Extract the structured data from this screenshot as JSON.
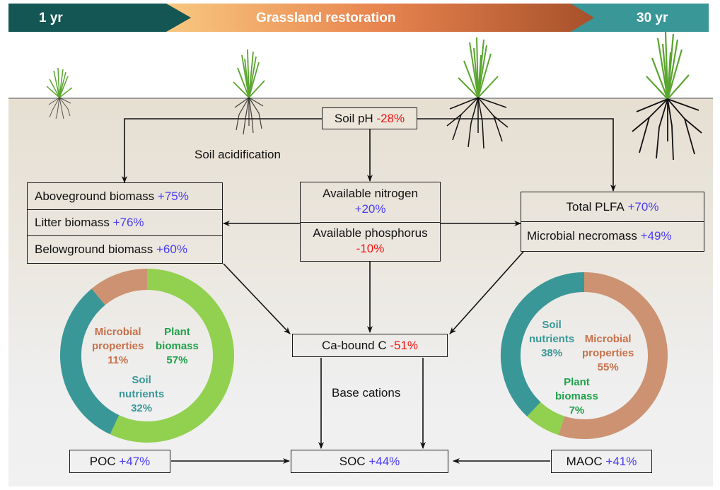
{
  "banner": {
    "start_label": "1 yr",
    "title": "Grassland restoration",
    "end_label": "30 yr",
    "colors": {
      "start": "#145654",
      "gradient_from": "#f7c67e",
      "gradient_mid": "#e8834f",
      "gradient_to": "#a9522a",
      "end": "#3a9797"
    }
  },
  "plants": [
    "grass-stage-1",
    "grass-stage-2",
    "grass-stage-3",
    "grass-stage-4"
  ],
  "nodes": {
    "soil_ph": {
      "name": "Soil pH",
      "change": "-28%"
    },
    "plant_box": [
      {
        "name": "Aboveground biomass",
        "change": "+75%"
      },
      {
        "name": "Litter biomass",
        "change": "+76%"
      },
      {
        "name": "Belowground biomass",
        "change": "+60%"
      }
    ],
    "nutrient_box": [
      {
        "name": "Available nitrogen",
        "change": "+20%"
      },
      {
        "name": "Available phosphorus",
        "change": "-10%"
      }
    ],
    "microbe_box": [
      {
        "name": "Total PLFA",
        "change": "+70%"
      },
      {
        "name": "Microbial necromass",
        "change": "+49%"
      }
    ],
    "ca_bound_c": {
      "name": "Ca-bound C",
      "change": "-51%"
    },
    "poc": {
      "name": "POC",
      "change": "+47%"
    },
    "soc": {
      "name": "SOC",
      "change": "+44%"
    },
    "maoc": {
      "name": "MAOC",
      "change": "+41%"
    }
  },
  "annotations": {
    "soil_acidification": "Soil acidification",
    "base_cations": "Base cations"
  },
  "colors": {
    "positive": "#4a3cf5",
    "negative": "#f01515",
    "plant_biomass": "#92d050",
    "soil_nutrients": "#3a9797",
    "microbial_properties": "#cd9272"
  },
  "chart_data": [
    {
      "type": "pie",
      "title": "POC drivers",
      "categories": [
        "Plant biomass",
        "Soil nutrients",
        "Microbial properties"
      ],
      "values": [
        57,
        32,
        11
      ],
      "labels": [
        {
          "line1": "Plant",
          "line2": "biomass",
          "pct": "57%"
        },
        {
          "line1": "Soil",
          "line2": "nutrients",
          "pct": "32%"
        },
        {
          "line1": "Microbial",
          "line2": "properties",
          "pct": "11%"
        }
      ],
      "colors": [
        "#92d050",
        "#3a9797",
        "#cd9272"
      ]
    },
    {
      "type": "pie",
      "title": "MAOC drivers",
      "categories": [
        "Microbial properties",
        "Plant biomass",
        "Soil nutrients"
      ],
      "values": [
        55,
        7,
        38
      ],
      "labels": [
        {
          "line1": "Microbial",
          "line2": "properties",
          "pct": "55%"
        },
        {
          "line1": "Plant",
          "line2": "biomass",
          "pct": "7%"
        },
        {
          "line1": "Soil",
          "line2": "nutrients",
          "pct": "38%"
        }
      ],
      "colors": [
        "#cd9272",
        "#92d050",
        "#3a9797"
      ]
    }
  ]
}
